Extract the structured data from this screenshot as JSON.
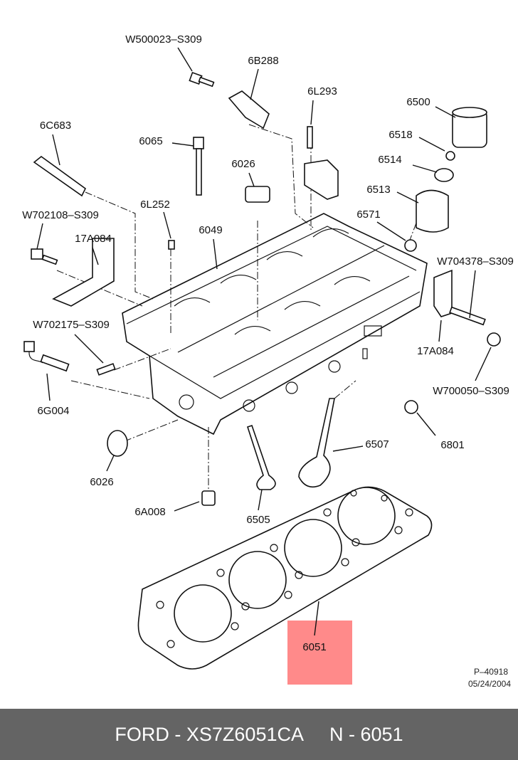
{
  "labels": {
    "w500023": "W500023–S309",
    "p6b288": "6B288",
    "p6l293": "6L293",
    "p6500": "6500",
    "p6c683": "6C683",
    "p6065": "6065",
    "p6518": "6518",
    "p6026_top": "6026",
    "p6514": "6514",
    "p6513": "6513",
    "p6l252": "6L252",
    "p6571": "6571",
    "w702108": "W702108–S309",
    "p6049": "6049",
    "p17a084_left": "17A084",
    "w704378": "W704378–S309",
    "w702175": "W702175–S309",
    "p17a084_right": "17A084",
    "w700050": "W700050–S309",
    "p6g004": "6G004",
    "p6507": "6507",
    "p6801": "6801",
    "p6026_bottom": "6026",
    "p6a008": "6A008",
    "p6505": "6505",
    "p6051": "6051"
  },
  "reference": {
    "code": "P–40918",
    "date": "05/24/2004"
  },
  "highlight_color": "#ff8a8a",
  "footer": {
    "text": "FORD - XS7Z6051CA     N - 6051"
  }
}
